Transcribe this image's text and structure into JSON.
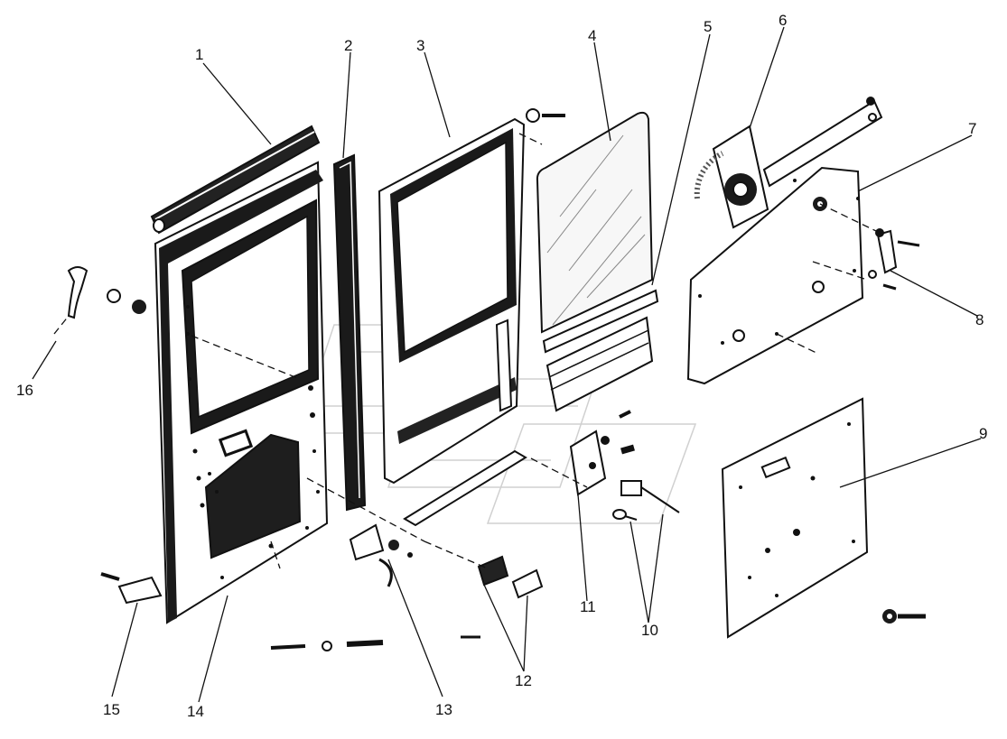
{
  "callouts": [
    {
      "id": "1",
      "text": "1"
    },
    {
      "id": "2",
      "text": "2"
    },
    {
      "id": "3",
      "text": "3"
    },
    {
      "id": "4",
      "text": "4"
    },
    {
      "id": "5",
      "text": "5"
    },
    {
      "id": "6",
      "text": "6"
    },
    {
      "id": "7",
      "text": "7"
    },
    {
      "id": "8",
      "text": "8"
    },
    {
      "id": "9",
      "text": "9"
    },
    {
      "id": "10",
      "text": "10"
    },
    {
      "id": "11",
      "text": "11"
    },
    {
      "id": "12",
      "text": "12"
    },
    {
      "id": "13",
      "text": "13"
    },
    {
      "id": "14",
      "text": "14"
    },
    {
      "id": "15",
      "text": "15"
    },
    {
      "id": "16",
      "text": "16"
    }
  ],
  "colors": {
    "ink": "#111111",
    "glass": "#f7f7f7",
    "paper": "#ffffff",
    "seal": "#1a1a1a"
  }
}
